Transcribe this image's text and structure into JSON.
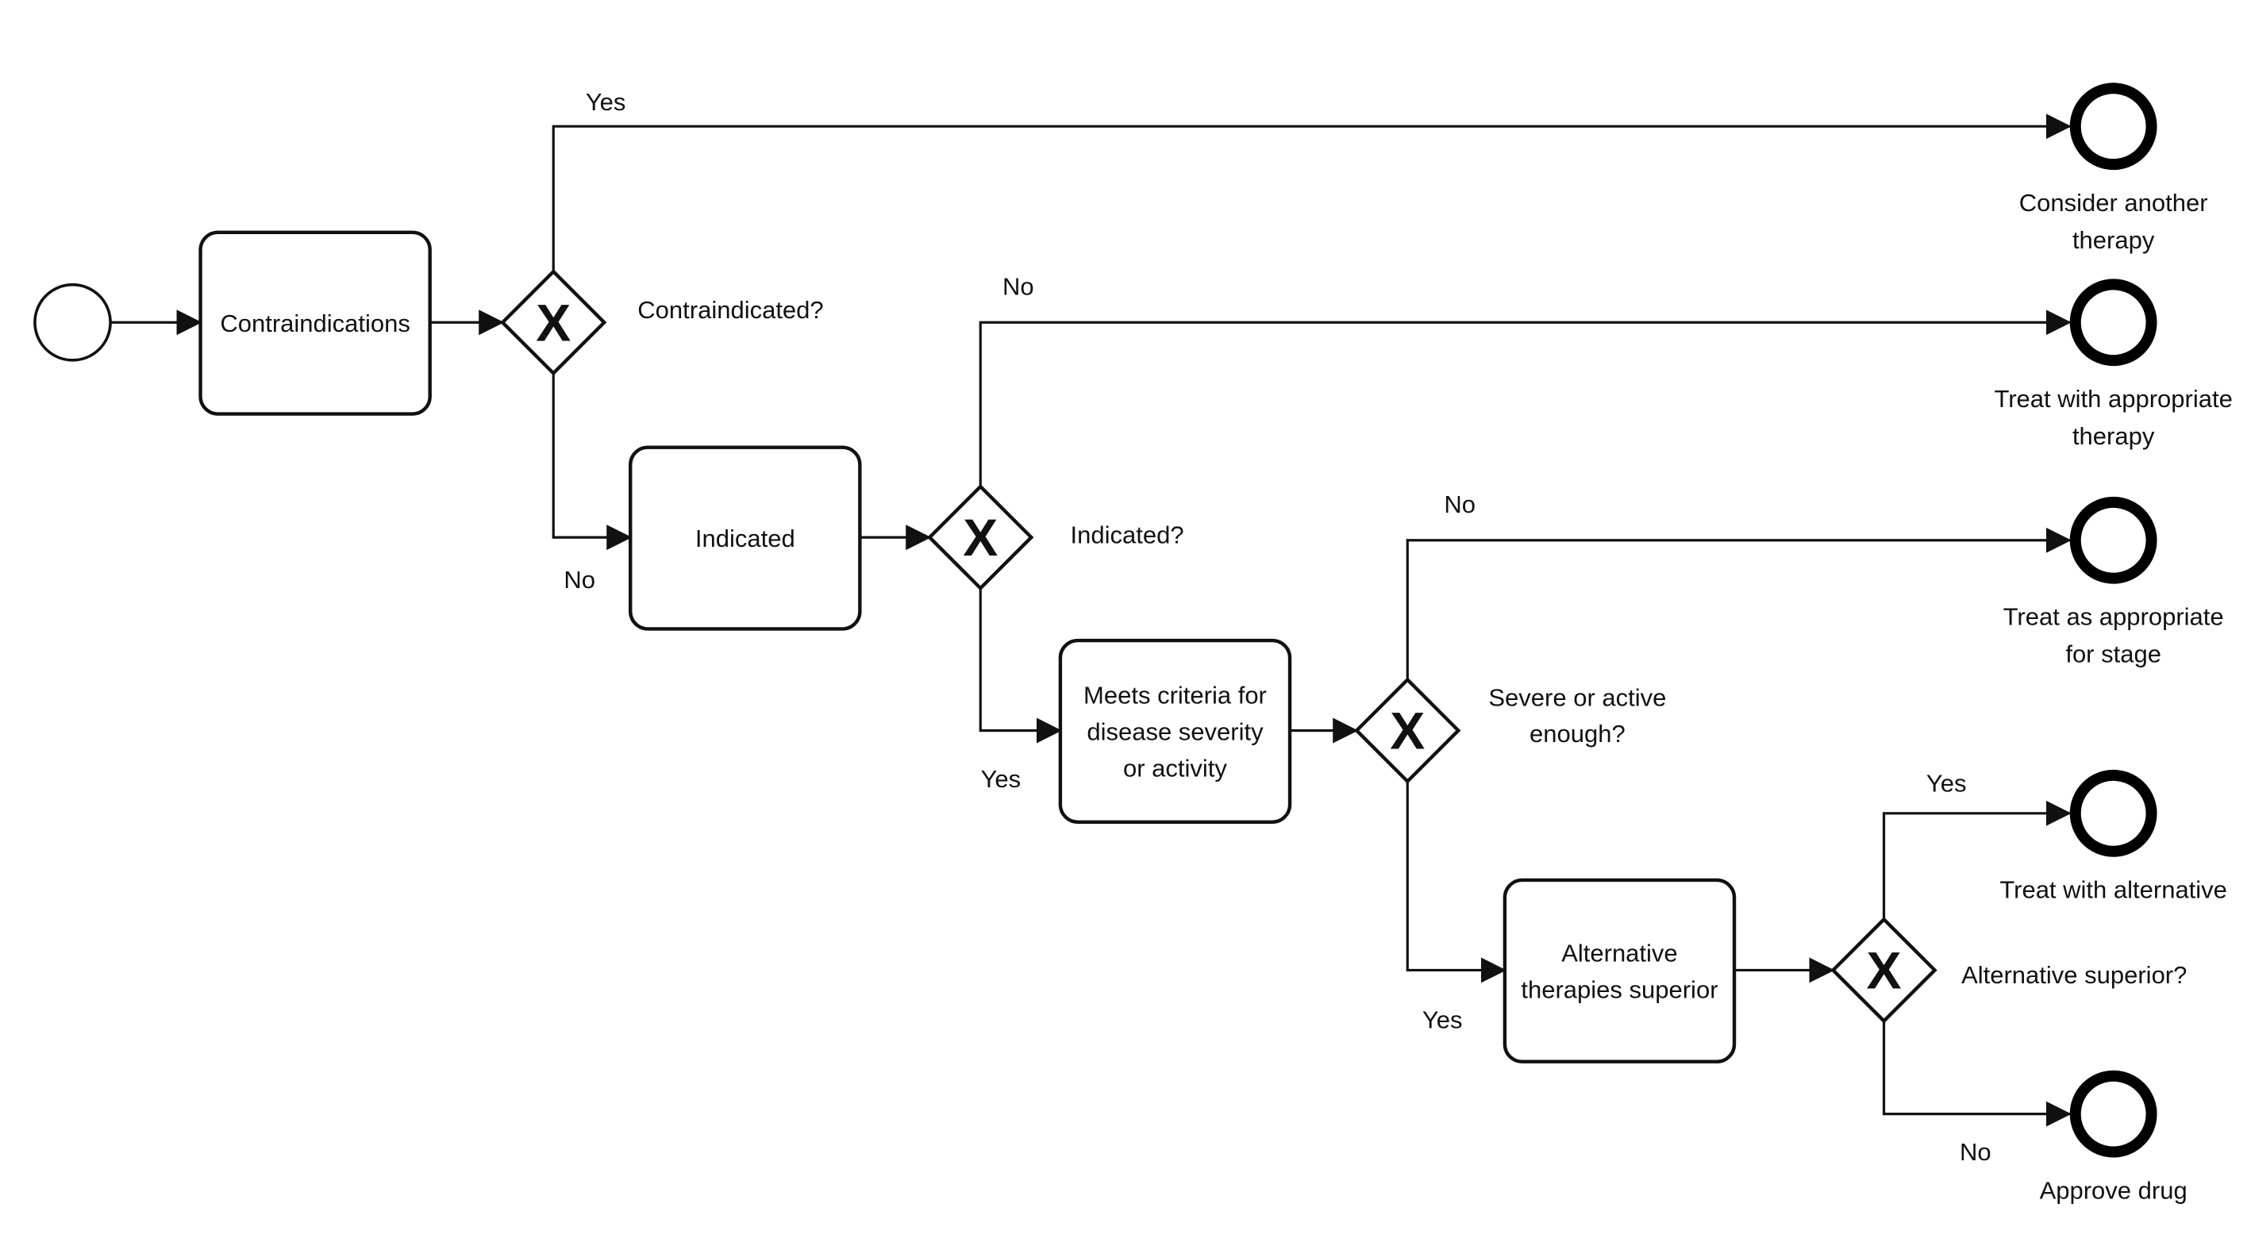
{
  "diagram": {
    "type": "BPMN decision flow",
    "start_event": {
      "id": "start",
      "label": ""
    },
    "tasks": [
      {
        "id": "t1",
        "label_lines": [
          "Contraindications"
        ]
      },
      {
        "id": "t2",
        "label_lines": [
          "Indicated"
        ]
      },
      {
        "id": "t3",
        "label_lines": [
          "Meets criteria for",
          "disease severity",
          "or activity"
        ]
      },
      {
        "id": "t4",
        "label_lines": [
          "Alternative",
          "therapies superior"
        ]
      }
    ],
    "gateways": [
      {
        "id": "g1",
        "marker": "X",
        "question": [
          "Contraindicated?"
        ]
      },
      {
        "id": "g2",
        "marker": "X",
        "question": [
          "Indicated?"
        ]
      },
      {
        "id": "g3",
        "marker": "X",
        "question": [
          "Severe or active",
          "enough?"
        ]
      },
      {
        "id": "g4",
        "marker": "X",
        "question": [
          "Alternative superior?"
        ]
      }
    ],
    "end_events": [
      {
        "id": "e1",
        "label_lines": [
          "Consider another",
          "therapy"
        ]
      },
      {
        "id": "e2",
        "label_lines": [
          "Treat with appropriate",
          "therapy"
        ]
      },
      {
        "id": "e3",
        "label_lines": [
          "Treat as appropriate",
          "for stage"
        ]
      },
      {
        "id": "e4",
        "label_lines": [
          "Treat with alternative"
        ]
      },
      {
        "id": "e5",
        "label_lines": [
          "Approve drug"
        ]
      }
    ],
    "flows": [
      {
        "from": "start",
        "to": "t1",
        "label": ""
      },
      {
        "from": "t1",
        "to": "g1",
        "label": ""
      },
      {
        "from": "g1",
        "to": "e1",
        "label": "Yes"
      },
      {
        "from": "g1",
        "to": "t2",
        "label": "No"
      },
      {
        "from": "t2",
        "to": "g2",
        "label": ""
      },
      {
        "from": "g2",
        "to": "e2",
        "label": "No"
      },
      {
        "from": "g2",
        "to": "t3",
        "label": "Yes"
      },
      {
        "from": "t3",
        "to": "g3",
        "label": ""
      },
      {
        "from": "g3",
        "to": "e3",
        "label": "No"
      },
      {
        "from": "g3",
        "to": "t4",
        "label": "Yes"
      },
      {
        "from": "t4",
        "to": "g4",
        "label": ""
      },
      {
        "from": "g4",
        "to": "e4",
        "label": "Yes"
      },
      {
        "from": "g4",
        "to": "e5",
        "label": "No"
      }
    ]
  }
}
